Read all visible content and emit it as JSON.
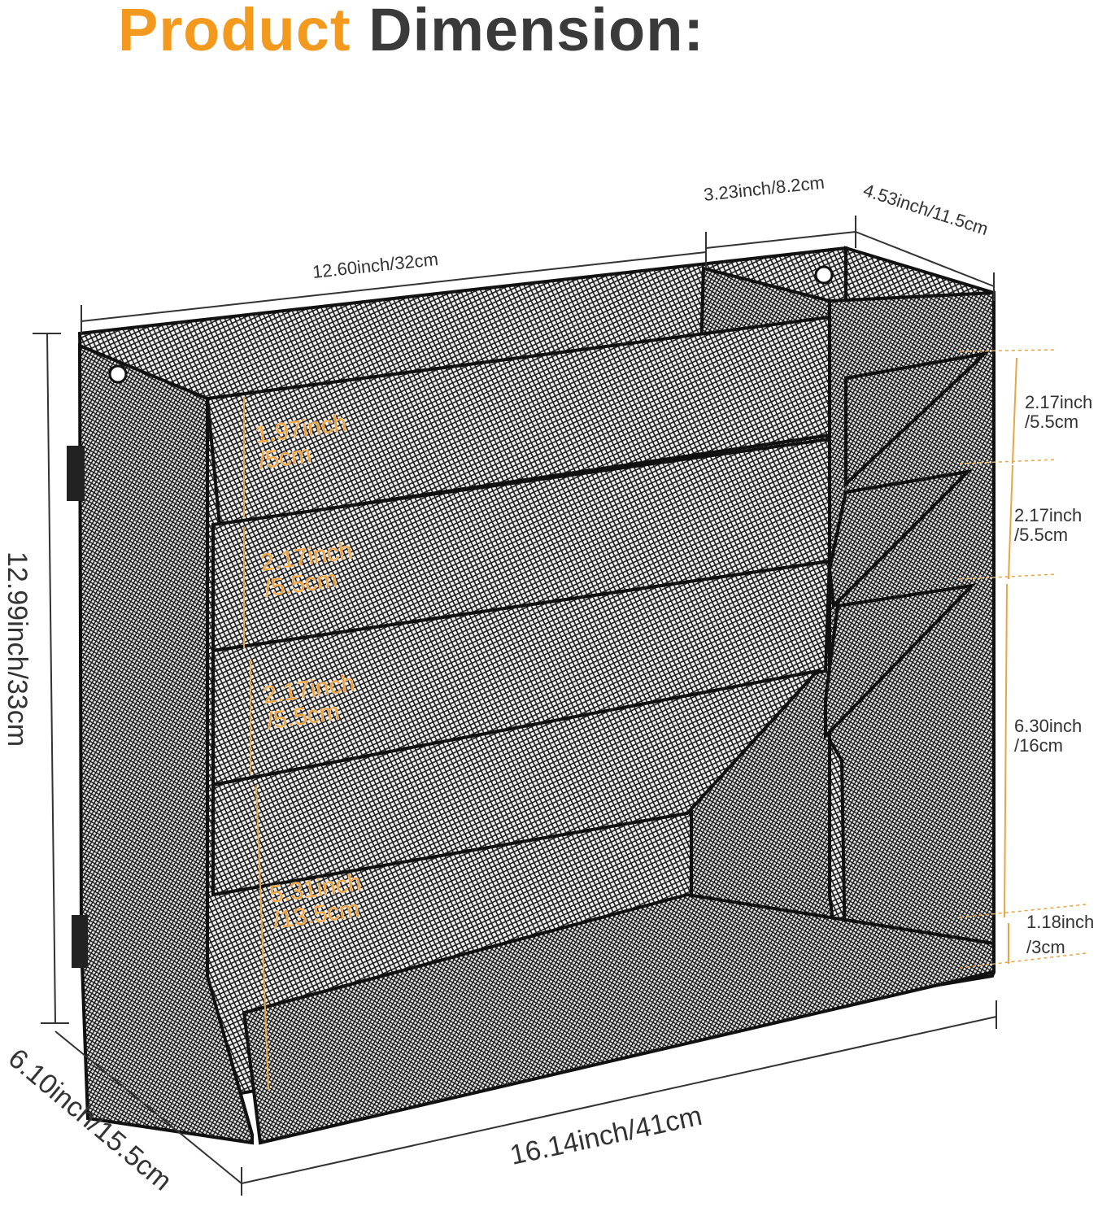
{
  "title": {
    "word1": "Product",
    "word2": "Dimension:"
  },
  "colors": {
    "accent": "#f39a1e",
    "title_dark": "#3a3a3a",
    "frame": "#111111",
    "dim_line": "#333333",
    "inner_dim": "#e8a548"
  },
  "dimensions": {
    "top_width": "12.60inch/32cm",
    "side_step": "3.23inch/8.2cm",
    "side_depth": "4.53inch/11.5cm",
    "height": "12.99inch/33cm",
    "base_depth": "6.10inch/15.5cm",
    "base_width": "16.14inch/41cm"
  },
  "front_gaps": [
    {
      "line1": "1.97inch",
      "line2": "/5cm"
    },
    {
      "line1": "2.17inch",
      "line2": "/5.5cm"
    },
    {
      "line1": "2.17inch",
      "line2": "/5.5cm"
    },
    {
      "line1": "5.31inch",
      "line2": "/13.5cm"
    }
  ],
  "side_gaps": [
    {
      "line1": "2.17inch",
      "line2": "/5.5cm"
    },
    {
      "line1": "2.17inch",
      "line2": "/5.5cm"
    },
    {
      "line1": "6.30inch",
      "line2": "/16cm"
    },
    {
      "line1": "1.18inch",
      "line2": "/3cm"
    }
  ]
}
